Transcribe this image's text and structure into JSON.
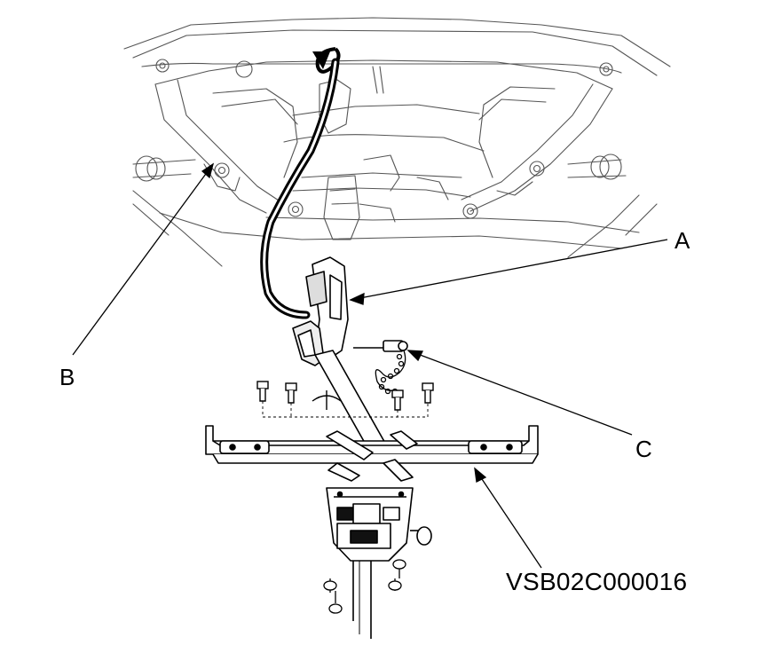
{
  "callouts": {
    "a": "A",
    "b": "B",
    "c": "C"
  },
  "figure_code": "VSB02C000016",
  "palette": {
    "ink": "#000000",
    "background": "#ffffff",
    "faded_ink": "#555555"
  }
}
